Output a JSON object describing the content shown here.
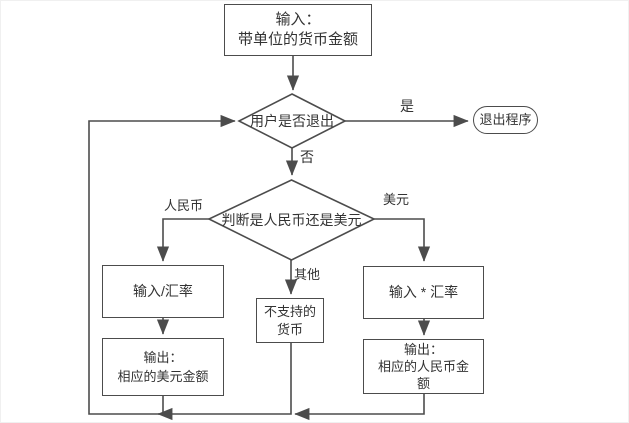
{
  "diagram_title": "currency-conversion-flowchart",
  "colors": {
    "stroke": "#4c4c4c",
    "text": "#333333",
    "node_fill": "#ffffff",
    "background": "#ffffff"
  },
  "nodes": {
    "input": {
      "type": "process",
      "lines": [
        "输入：",
        "带单位的货币金额"
      ]
    },
    "decision_exit": {
      "type": "decision",
      "label": "用户是否退出"
    },
    "exit_program": {
      "type": "terminator",
      "label": "退出程序"
    },
    "decision_currency": {
      "type": "decision",
      "label": "判断是人民币还是美元"
    },
    "divide_rate": {
      "type": "process",
      "label": "输入/汇率"
    },
    "output_usd": {
      "type": "process",
      "lines": [
        "输出：",
        "相应的美元金额"
      ]
    },
    "unsupported": {
      "type": "process",
      "lines": [
        "不支持的",
        "货币"
      ]
    },
    "multiply_rate": {
      "type": "process",
      "label": "输入 * 汇率"
    },
    "output_rmb": {
      "type": "process",
      "lines": [
        "输出：",
        "相应的人民币金",
        "额"
      ]
    }
  },
  "edge_labels": {
    "yes": "是",
    "no": "否",
    "rmb": "人民币",
    "usd": "美元",
    "other": "其他"
  }
}
